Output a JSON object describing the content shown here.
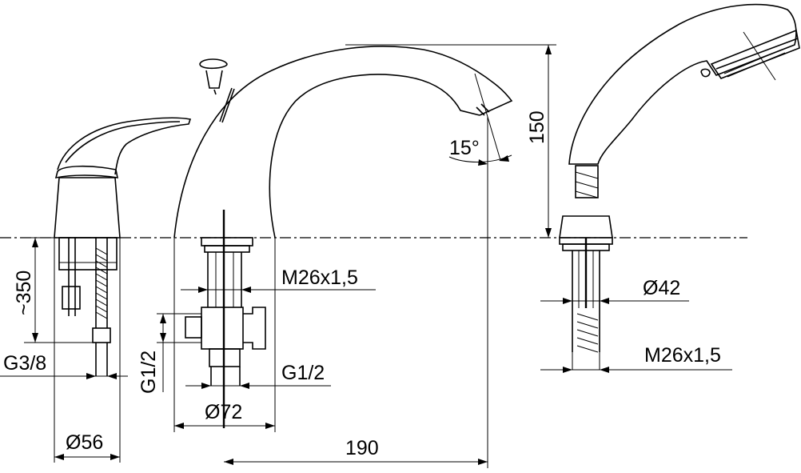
{
  "dimensions": {
    "approx_length": "~350",
    "thread_inlet": "G3/8",
    "base_diameter_left": "Ø56",
    "thread_spout": "M26x1,5",
    "thread_side": "G1/2",
    "thread_bottom": "G1/2",
    "base_diameter_spout": "Ø72",
    "spout_reach": "190",
    "spout_angle": "15°",
    "spout_height": "150",
    "base_diameter_shower": "Ø42",
    "thread_shower": "M26x1,5"
  }
}
